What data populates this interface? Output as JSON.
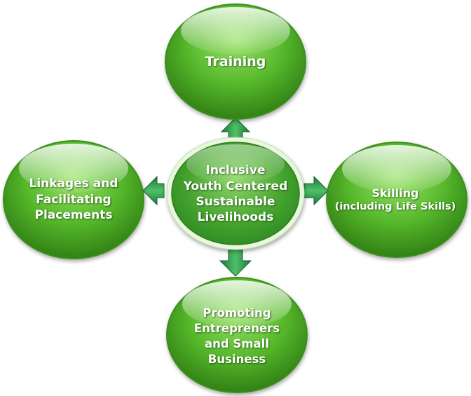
{
  "diagram": {
    "center": {
      "lines": [
        "Inclusive",
        "Youth Centered",
        "Sustainable",
        "Livelihoods"
      ]
    },
    "nodes": {
      "training": {
        "lines": [
          "Training"
        ]
      },
      "skilling": {
        "lines": [
          "Skilling",
          "(including Life Skills)"
        ]
      },
      "promoting": {
        "lines": [
          "Promoting",
          "Entrepreners",
          "and Small",
          "Business"
        ]
      },
      "linkages": {
        "lines": [
          "Linkages and",
          "Facilitating",
          "Placements"
        ]
      }
    },
    "colors": {
      "node_light": "#9be36a",
      "node_mid": "#56b82b",
      "node_dark": "#2f7d14",
      "center_light": "#8fd86a",
      "center_dark": "#2b8a22",
      "arrow_light": "#4fc06a",
      "arrow_dark": "#1c7a3a",
      "label_text": "#ffffff"
    },
    "arrow_icons": [
      "arrow-up-icon",
      "arrow-right-icon",
      "arrow-down-icon",
      "arrow-left-icon"
    ]
  }
}
